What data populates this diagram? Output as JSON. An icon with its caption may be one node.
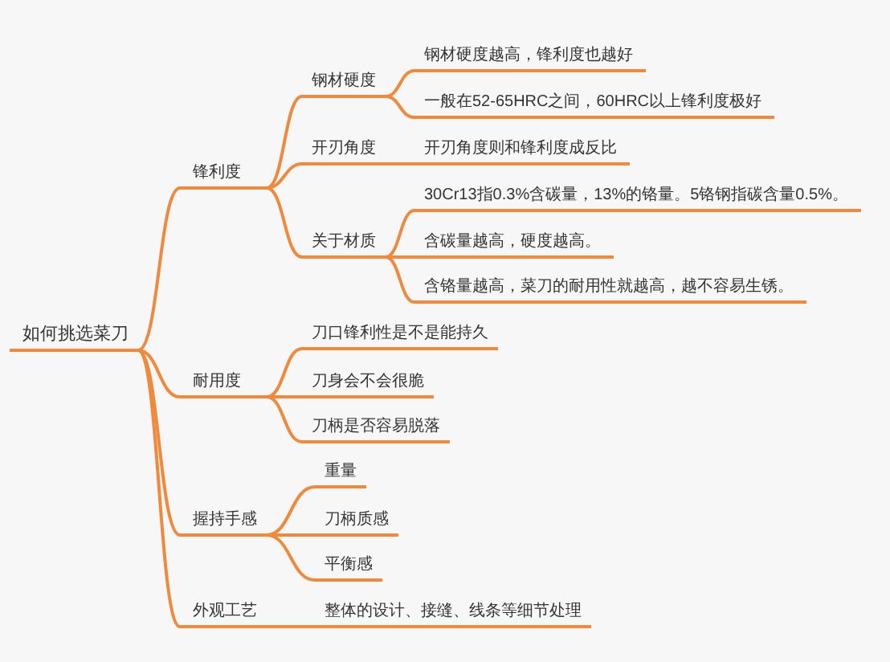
{
  "diagram": {
    "nodes": [
      {
        "text": [
          "如何挑选菜刀"
        ]
      },
      {
        "text": [
          "锋利度"
        ]
      },
      {
        "text": [
          "钢材硬度"
        ]
      },
      {
        "text": [
          "钢材硬度越高，锋利度也越好"
        ]
      },
      {
        "text": [
          "一般在52-65HRC之间，60HRC以上锋利度极好"
        ]
      },
      {
        "text": [
          "开刃角度"
        ]
      },
      {
        "text": [
          "开刃角度则和锋利度成反比"
        ]
      },
      {
        "text": [
          "关于材质"
        ]
      },
      {
        "text": [
          "30Cr13指0.3%含碳量，13%的铬量。5铬钢指碳含量0.5%。"
        ]
      },
      {
        "text": [
          "含碳量越高，硬度越高。"
        ]
      },
      {
        "text": [
          "含铬量越高，菜刀的耐用性就越高，越不容易生锈。"
        ]
      },
      {
        "text": [
          "耐用度"
        ]
      },
      {
        "text": [
          "刀口锋利性是不是能持久"
        ]
      },
      {
        "text": [
          "刀身会不会很脆"
        ]
      },
      {
        "text": [
          "刀柄是否容易脱落"
        ]
      },
      {
        "text": [
          "握持手感"
        ]
      },
      {
        "text": [
          "重量"
        ]
      },
      {
        "text": [
          "刀柄质感"
        ]
      },
      {
        "text": [
          "平衡感"
        ]
      },
      {
        "text": [
          "外观工艺"
        ]
      },
      {
        "text": [
          "整体的设计、接缝、线条等细节处理"
        ]
      }
    ],
    "edges": [
      {
        "from": 0,
        "to": 1,
        "arrow": "none"
      },
      {
        "from": 1,
        "to": 2,
        "arrow": "none"
      },
      {
        "from": 2,
        "to": 3,
        "arrow": "none"
      },
      {
        "from": 2,
        "to": 4,
        "arrow": "none"
      },
      {
        "from": 1,
        "to": 5,
        "arrow": "none"
      },
      {
        "from": 5,
        "to": 6,
        "arrow": "none"
      },
      {
        "from": 1,
        "to": 7,
        "arrow": "none"
      },
      {
        "from": 7,
        "to": 8,
        "arrow": "none"
      },
      {
        "from": 7,
        "to": 9,
        "arrow": "none"
      },
      {
        "from": 7,
        "to": 10,
        "arrow": "none"
      },
      {
        "from": 0,
        "to": 11,
        "arrow": "none"
      },
      {
        "from": 11,
        "to": 12,
        "arrow": "none"
      },
      {
        "from": 11,
        "to": 13,
        "arrow": "none"
      },
      {
        "from": 11,
        "to": 14,
        "arrow": "none"
      },
      {
        "from": 0,
        "to": 15,
        "arrow": "none"
      },
      {
        "from": 15,
        "to": 16,
        "arrow": "none"
      },
      {
        "from": 15,
        "to": 17,
        "arrow": "none"
      },
      {
        "from": 15,
        "to": 18,
        "arrow": "none"
      },
      {
        "from": 0,
        "to": 19,
        "arrow": "none"
      },
      {
        "from": 19,
        "to": 20,
        "arrow": "none"
      }
    ]
  }
}
